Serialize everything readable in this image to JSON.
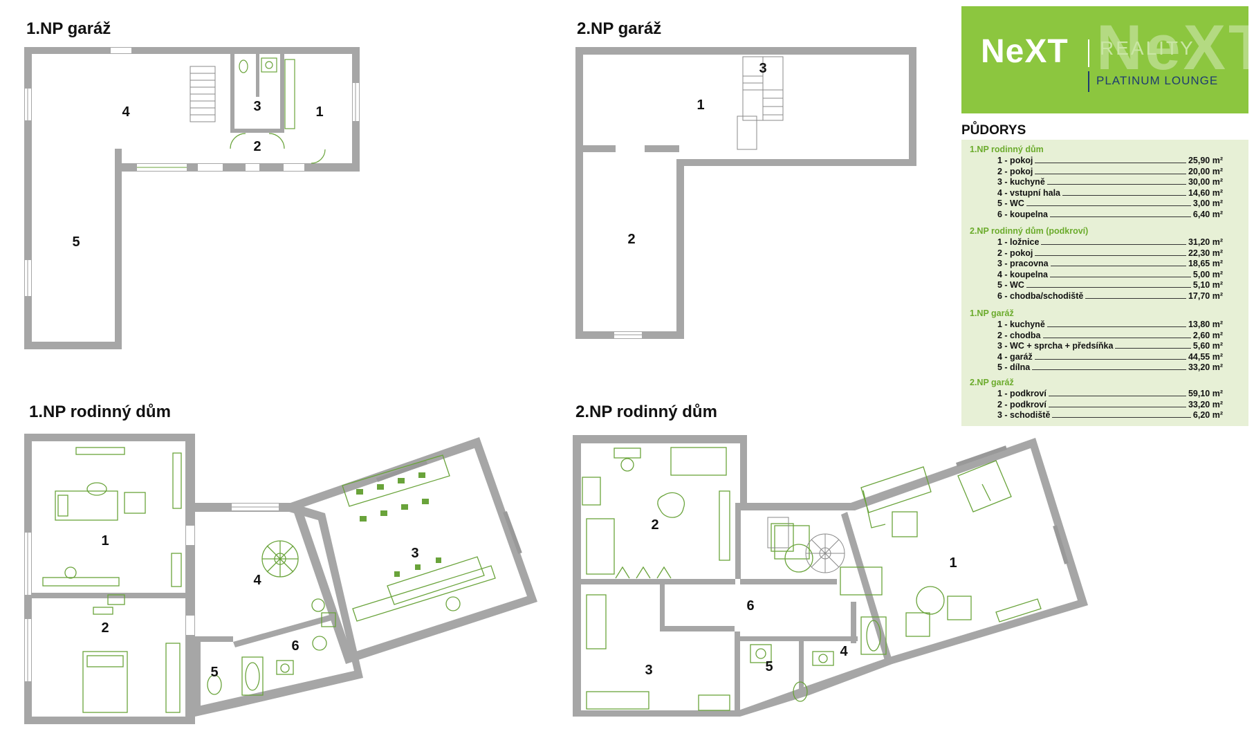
{
  "plans": [
    {
      "title": "1.NP garáž",
      "rooms": [
        "1",
        "2",
        "3",
        "4",
        "5"
      ]
    },
    {
      "title": "2.NP garáž",
      "rooms": [
        "1",
        "2",
        "3"
      ]
    },
    {
      "title": "1.NP rodinný dům",
      "rooms": [
        "1",
        "2",
        "3",
        "4",
        "5",
        "6"
      ]
    },
    {
      "title": "2.NP rodinný dům",
      "rooms": [
        "1",
        "2",
        "3",
        "4",
        "5",
        "6"
      ]
    }
  ],
  "logo": {
    "brand": "NeXT",
    "brand_ghost": "NeXT",
    "reality": "REALITY",
    "subtitle": "PLATINUM LOUNGE"
  },
  "colors": {
    "wall": "#a6a6a6",
    "furniture": "#69a33a",
    "accent": "#8cc63f",
    "legend_bg": "#e7f0d6",
    "legend_title": "#6bab2c"
  },
  "legend_title": "PŮDORYS",
  "legend": [
    {
      "title": "1.NP rodinný dům",
      "items": [
        {
          "label": "1 - pokoj",
          "value": "25,90 m²"
        },
        {
          "label": "2 - pokoj",
          "value": "20,00 m²"
        },
        {
          "label": "3 - kuchyně",
          "value": "30,00 m²"
        },
        {
          "label": "4 - vstupní hala",
          "value": "14,60 m²"
        },
        {
          "label": "5 - WC",
          "value": "3,00 m²"
        },
        {
          "label": "6 - koupelna",
          "value": "6,40 m²"
        }
      ]
    },
    {
      "title": "2.NP rodinný dům (podkroví)",
      "items": [
        {
          "label": "1 - ložnice",
          "value": "31,20 m²"
        },
        {
          "label": "2 - pokoj",
          "value": "22,30 m²"
        },
        {
          "label": "3 - pracovna",
          "value": "18,65 m²"
        },
        {
          "label": "4 - koupelna",
          "value": "5,00 m²"
        },
        {
          "label": "5 - WC",
          "value": "5,10 m²"
        },
        {
          "label": "6 - chodba/schodiště",
          "value": "17,70 m²"
        }
      ]
    },
    {
      "title": "1.NP  garáž",
      "items": [
        {
          "label": "1 - kuchyně",
          "value": "13,80 m²"
        },
        {
          "label": "2 - chodba",
          "value": "2,60 m²"
        },
        {
          "label": "3 - WC + sprcha + předsíňka",
          "value": "5,60 m²"
        },
        {
          "label": "4 - garáž",
          "value": "44,55 m²"
        },
        {
          "label": "5 - dílna",
          "value": "33,20 m²"
        }
      ]
    },
    {
      "title": "2.NP garáž",
      "items": [
        {
          "label": "1 - podkroví",
          "value": "59,10 m²"
        },
        {
          "label": "2 - podkroví",
          "value": "33,20 m²"
        },
        {
          "label": "3 - schodiště",
          "value": "6,20 m²"
        }
      ]
    }
  ]
}
